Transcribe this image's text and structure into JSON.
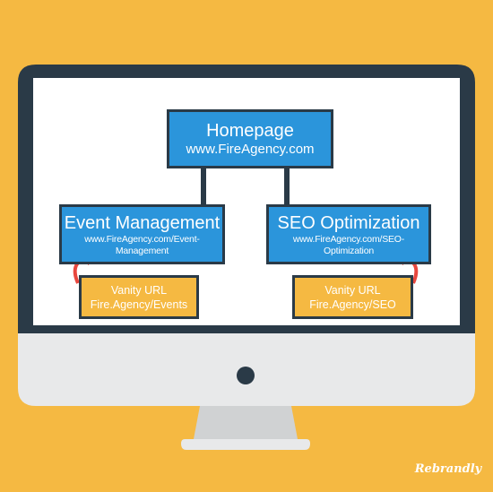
{
  "diagram": {
    "homepage": {
      "title": "Homepage",
      "url": "www.FireAgency.com"
    },
    "event": {
      "title": "Event Management",
      "url": "www.FireAgency.com/Event-\nManagement"
    },
    "seo": {
      "title": "SEO Optimization",
      "url": "www.FireAgency.com/SEO-\nOptimization"
    },
    "event_vanity": {
      "label": "Vanity URL",
      "url": "Fire.Agency/Events"
    },
    "seo_vanity": {
      "label": "Vanity URL",
      "url": "Fire.Agency/SEO"
    }
  },
  "brand": {
    "name": "Rebrandly"
  },
  "colors": {
    "background": "#F5B942",
    "box_blue": "#2B95DB",
    "box_orange": "#F5B942",
    "monitor_bezel": "#2A3A47",
    "arrow_red": "#E8473E",
    "screen": "#FFFFFF",
    "stand": "#D0D2D3"
  }
}
